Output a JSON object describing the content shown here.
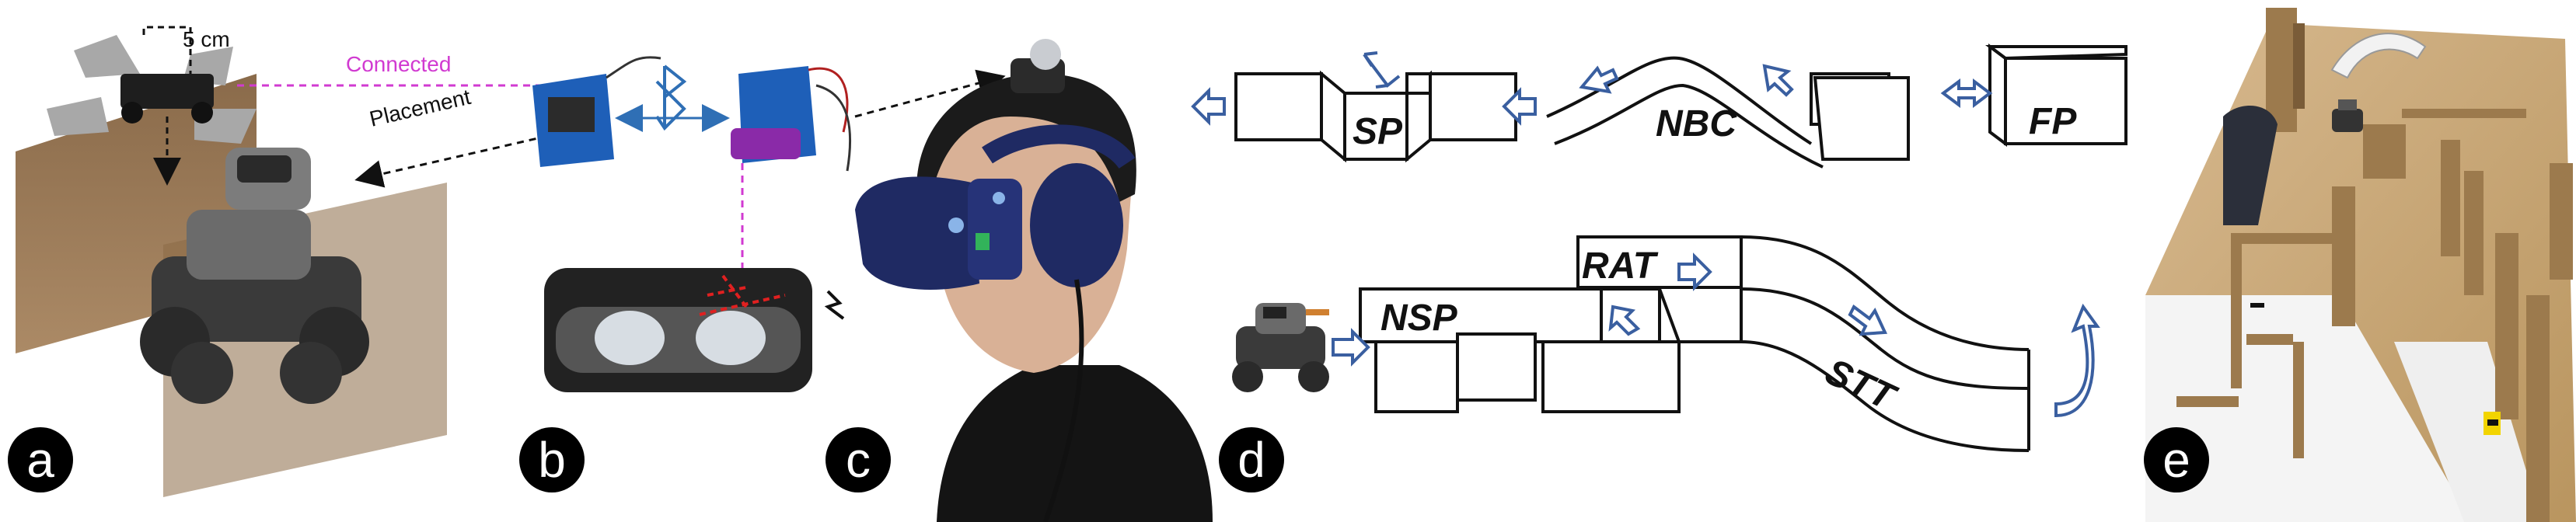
{
  "panels": {
    "a": {
      "letter": "a",
      "dimension_label": "5 cm",
      "connected_label": "Connected",
      "placement_label": "Placement"
    },
    "b": {
      "letter": "b"
    },
    "c": {
      "letter": "c"
    },
    "d": {
      "letter": "d",
      "labels": {
        "sp": "SP",
        "nbc": "NBC",
        "fp": "FP",
        "nsp": "NSP",
        "rat": "RAT",
        "stt": "STT"
      }
    },
    "e": {
      "letter": "e"
    }
  },
  "colors": {
    "connected": "#d13ad1",
    "arrow_blue": "#3a5fa0",
    "bluetooth": "#2f6fb5",
    "board_blue": "#1e5fb8",
    "battery_purple": "#8a2aa8",
    "headset_navy": "#1f2a63",
    "cardboard": "#c8a77a",
    "wall_panel": "#8a6a45"
  }
}
